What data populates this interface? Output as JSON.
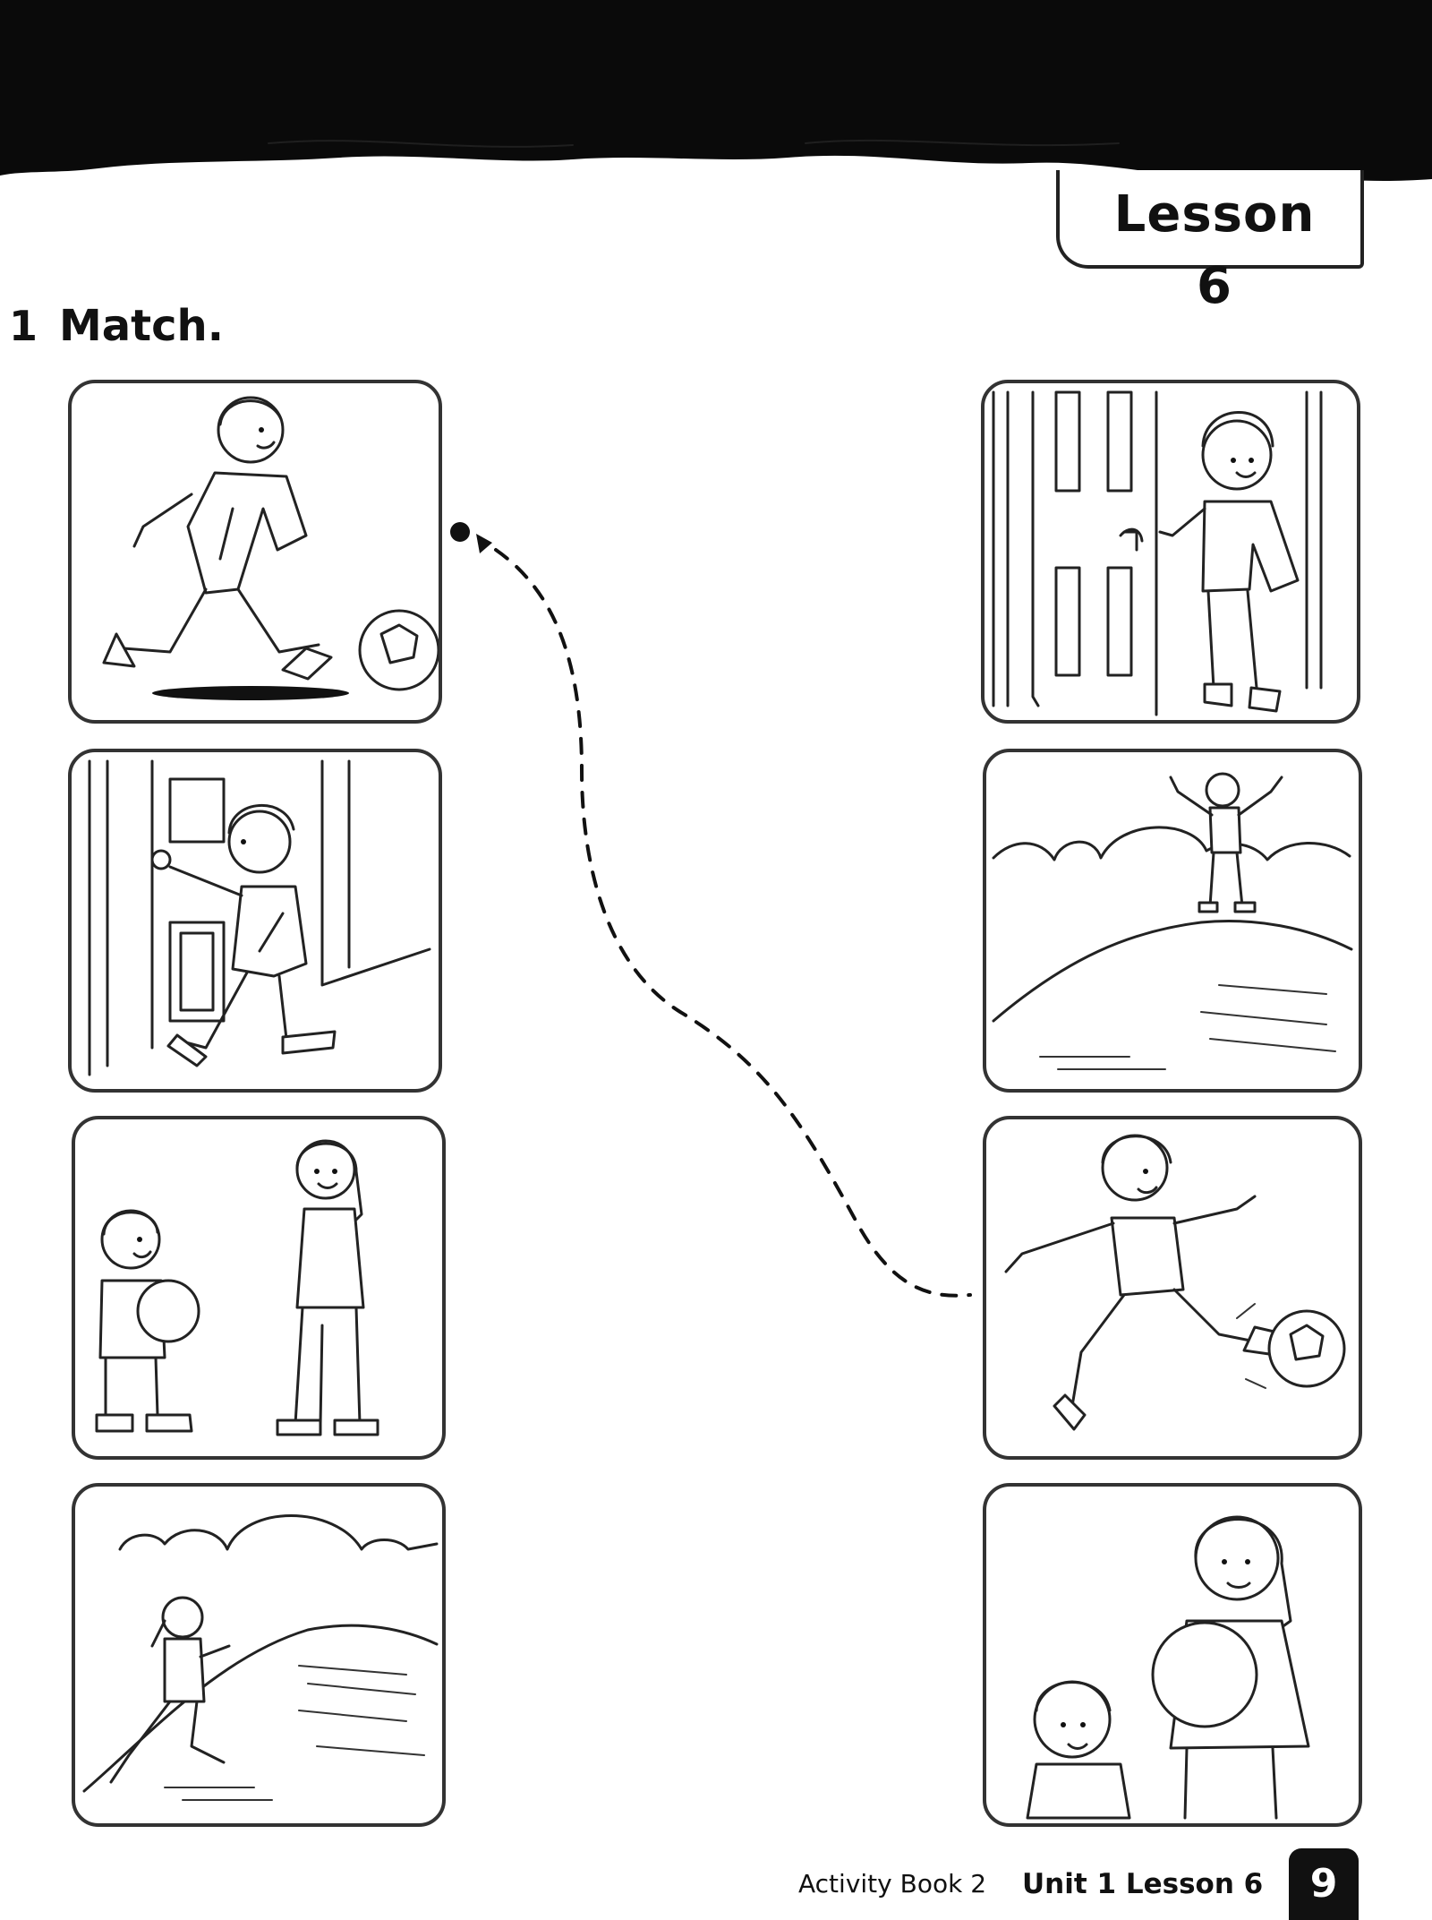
{
  "header": {
    "lesson_title": "Lesson 6"
  },
  "exercise": {
    "number": "1",
    "instruction": "Match."
  },
  "left_panels": [
    {
      "icon": "boy-running-after-ball-illustration"
    },
    {
      "icon": "boy-opening-door-illustration"
    },
    {
      "icon": "small-boy-with-ball-and-girl-illustration"
    },
    {
      "icon": "girl-climbing-hill-illustration"
    }
  ],
  "right_panels": [
    {
      "icon": "boy-closing-door-illustration"
    },
    {
      "icon": "boy-on-top-of-hill-illustration"
    },
    {
      "icon": "boy-kicking-ball-illustration"
    },
    {
      "icon": "girl-holding-ball-with-boy-illustration"
    }
  ],
  "example_match": {
    "from": "left-panel-1",
    "to": "right-panel-3",
    "style": "dashed-line"
  },
  "footer": {
    "book": "Activity Book 2",
    "unit_lesson": "Unit 1 Lesson 6",
    "page_number": "9"
  },
  "colors": {
    "ink": "#111111",
    "paper": "#ffffff"
  }
}
